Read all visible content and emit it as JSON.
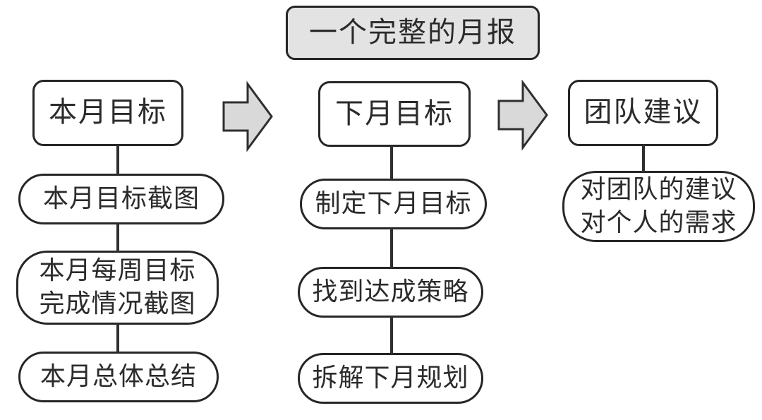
{
  "diagram": {
    "root": {
      "label": "一个完整的月报"
    },
    "columns": [
      {
        "header": "本月目标",
        "children": [
          "本月目标截图",
          "本月每周目标\n完成情况截图",
          "本月总体总结"
        ]
      },
      {
        "header": "下月目标",
        "children": [
          "制定下月目标",
          "找到达成策略",
          "拆解下月规划"
        ]
      },
      {
        "header": "团队建议",
        "children": [
          "对团队的建议\n对个人的需求"
        ]
      }
    ],
    "arrows": [
      {
        "icon": "right-block-arrow",
        "from": "本月目标",
        "to": "下月目标"
      },
      {
        "icon": "right-block-arrow",
        "from": "下月目标",
        "to": "团队建议"
      }
    ]
  },
  "colors": {
    "background": "#ffffff",
    "root_fill": "#e3e3e3",
    "arrow_fill": "#d9d9d9",
    "node_fill": "#ffffff",
    "stroke": "#262626",
    "text": "#2b2b2b"
  }
}
